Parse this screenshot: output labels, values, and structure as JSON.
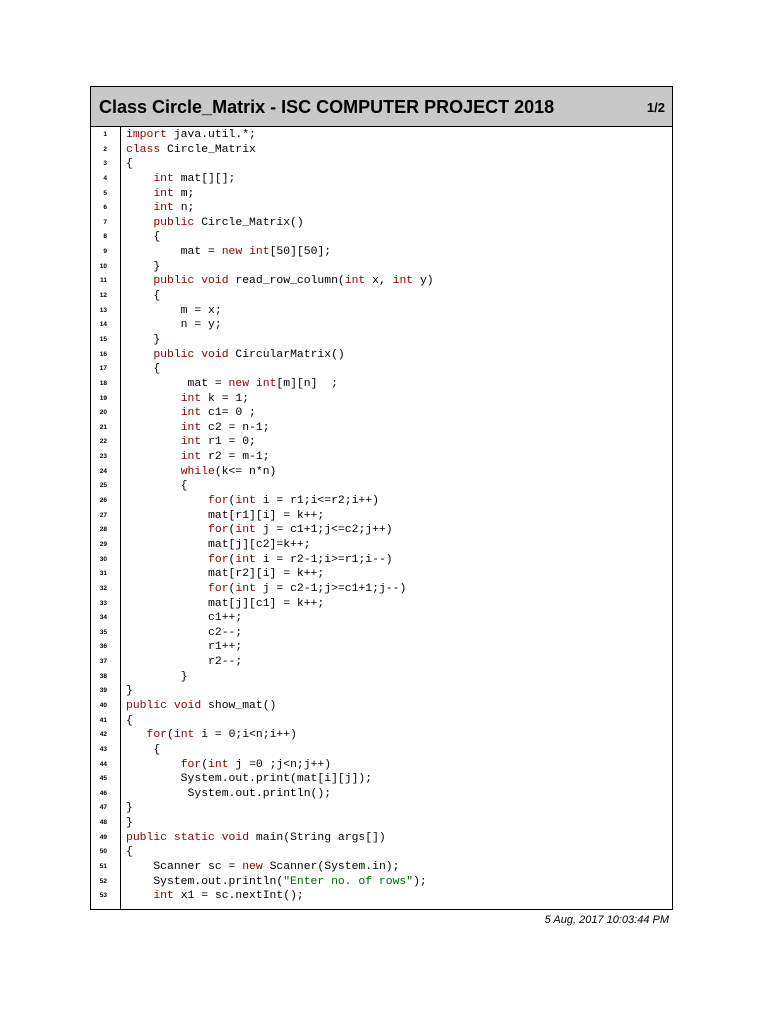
{
  "header": {
    "title": "Class Circle_Matrix - ISC COMPUTER PROJECT 2018",
    "page_indicator": "1/2"
  },
  "footer": {
    "timestamp": "5 Aug, 2017 10:03:44 PM"
  },
  "colors": {
    "keyword": "#8b0000",
    "string": "#006400",
    "header_background": "#c8c8c8"
  },
  "code_lines": [
    {
      "n": "1",
      "text": "import java.util.*;"
    },
    {
      "n": "2",
      "text": "class Circle_Matrix"
    },
    {
      "n": "3",
      "text": "{"
    },
    {
      "n": "4",
      "text": "    int mat[][];"
    },
    {
      "n": "5",
      "text": "    int m;"
    },
    {
      "n": "6",
      "text": "    int n;"
    },
    {
      "n": "7",
      "text": "    public Circle_Matrix()"
    },
    {
      "n": "8",
      "text": "    {"
    },
    {
      "n": "9",
      "text": "        mat = new int[50][50];"
    },
    {
      "n": "10",
      "text": "    }"
    },
    {
      "n": "11",
      "text": "    public void read_row_column(int x, int y)"
    },
    {
      "n": "12",
      "text": "    {"
    },
    {
      "n": "13",
      "text": "        m = x;"
    },
    {
      "n": "14",
      "text": "        n = y;"
    },
    {
      "n": "15",
      "text": "    }"
    },
    {
      "n": "16",
      "text": "    public void CircularMatrix()"
    },
    {
      "n": "17",
      "text": "    {"
    },
    {
      "n": "18",
      "text": "         mat = new int[m][n]  ;"
    },
    {
      "n": "19",
      "text": "        int k = 1;"
    },
    {
      "n": "20",
      "text": "        int c1= 0 ;"
    },
    {
      "n": "21",
      "text": "        int c2 = n-1;"
    },
    {
      "n": "22",
      "text": "        int r1 = 0;"
    },
    {
      "n": "23",
      "text": "        int r2 = m-1;"
    },
    {
      "n": "24",
      "text": "        while(k<= n*n)"
    },
    {
      "n": "25",
      "text": "        {"
    },
    {
      "n": "26",
      "text": "            for(int i = r1;i<=r2;i++)"
    },
    {
      "n": "27",
      "text": "            mat[r1][i] = k++;"
    },
    {
      "n": "28",
      "text": "            for(int j = c1+1;j<=c2;j++)"
    },
    {
      "n": "29",
      "text": "            mat[j][c2]=k++;"
    },
    {
      "n": "30",
      "text": "            for(int i = r2-1;i>=r1;i--)"
    },
    {
      "n": "31",
      "text": "            mat[r2][i] = k++;"
    },
    {
      "n": "32",
      "text": "            for(int j = c2-1;j>=c1+1;j--)"
    },
    {
      "n": "33",
      "text": "            mat[j][c1] = k++;"
    },
    {
      "n": "34",
      "text": "            c1++;"
    },
    {
      "n": "35",
      "text": "            c2--;"
    },
    {
      "n": "36",
      "text": "            r1++;"
    },
    {
      "n": "37",
      "text": "            r2--;"
    },
    {
      "n": "38",
      "text": "        }"
    },
    {
      "n": "39",
      "text": "}"
    },
    {
      "n": "40",
      "text": "public void show_mat()"
    },
    {
      "n": "41",
      "text": "{"
    },
    {
      "n": "42",
      "text": "   for(int i = 0;i<n;i++)"
    },
    {
      "n": "43",
      "text": "    {"
    },
    {
      "n": "44",
      "text": "        for(int j =0 ;j<n;j++)"
    },
    {
      "n": "45",
      "text": "        System.out.print(mat[i][j]);"
    },
    {
      "n": "46",
      "text": "         System.out.println();"
    },
    {
      "n": "47",
      "text": "}"
    },
    {
      "n": "48",
      "text": "}"
    },
    {
      "n": "49",
      "text": "public static void main(String args[])"
    },
    {
      "n": "50",
      "text": "{"
    },
    {
      "n": "51",
      "text": "    Scanner sc = new Scanner(System.in);"
    },
    {
      "n": "52",
      "text": "    System.out.println(\"Enter no. of rows\");"
    },
    {
      "n": "53",
      "text": "    int x1 = sc.nextInt();"
    }
  ]
}
